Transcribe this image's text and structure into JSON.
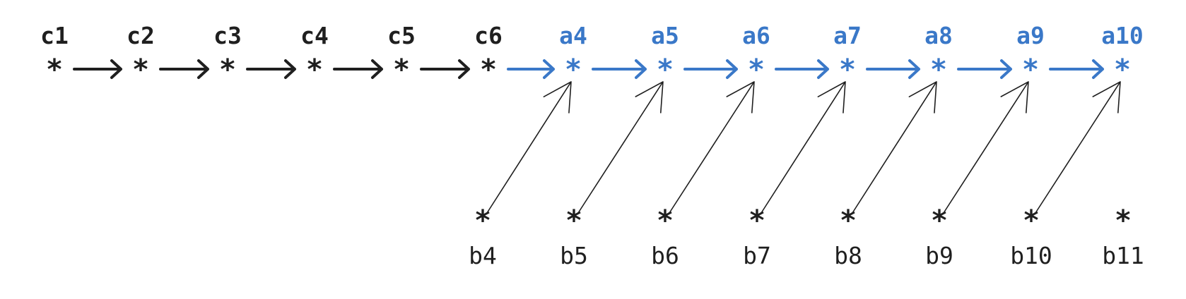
{
  "colors": {
    "dark": "#1f1f1f",
    "blue": "#3a78c8"
  },
  "nodes": {
    "c": [
      {
        "label": "c1",
        "mark": "*"
      },
      {
        "label": "c2",
        "mark": "*"
      },
      {
        "label": "c3",
        "mark": "*"
      },
      {
        "label": "c4",
        "mark": "*"
      },
      {
        "label": "c5",
        "mark": "*"
      },
      {
        "label": "c6",
        "mark": "*"
      }
    ],
    "a": [
      {
        "label": "a4",
        "mark": "*"
      },
      {
        "label": "a5",
        "mark": "*"
      },
      {
        "label": "a6",
        "mark": "*"
      },
      {
        "label": "a7",
        "mark": "*"
      },
      {
        "label": "a8",
        "mark": "*"
      },
      {
        "label": "a9",
        "mark": "*"
      },
      {
        "label": "a10",
        "mark": "*"
      }
    ],
    "b": [
      {
        "label": "b4",
        "mark": "*"
      },
      {
        "label": "b5",
        "mark": "*"
      },
      {
        "label": "b6",
        "mark": "*"
      },
      {
        "label": "b7",
        "mark": "*"
      },
      {
        "label": "b8",
        "mark": "*"
      },
      {
        "label": "b9",
        "mark": "*"
      },
      {
        "label": "b10",
        "mark": "*"
      },
      {
        "label": "b11",
        "mark": "*"
      }
    ]
  },
  "edges": {
    "c_chain": [
      "c1->c2",
      "c2->c3",
      "c3->c4",
      "c4->c5",
      "c5->c6"
    ],
    "c_to_a": [
      "c6->a4"
    ],
    "a_chain": [
      "a4->a5",
      "a5->a6",
      "a6->a7",
      "a7->a8",
      "a8->a9",
      "a9->a10"
    ],
    "b_to_a": [
      "b4->a4",
      "b5->a5",
      "b6->a6",
      "b7->a7",
      "b8->a8",
      "b9->a9",
      "b10->a10"
    ]
  }
}
